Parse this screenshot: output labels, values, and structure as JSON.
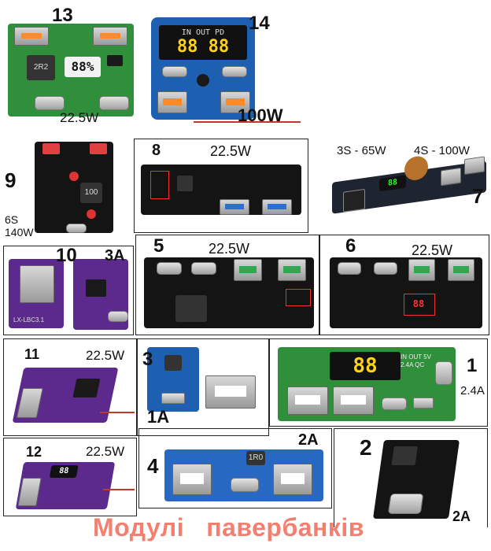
{
  "title": "Модулі   павербанків",
  "modules": [
    {
      "id": "m13",
      "number": "13",
      "power": "22.5W"
    },
    {
      "id": "m14",
      "number": "14",
      "power": "100W",
      "display": "IN OUT PD"
    },
    {
      "id": "m9",
      "number": "9",
      "cells": "6S",
      "power": "140W"
    },
    {
      "id": "m8",
      "number": "8",
      "power": "22.5W"
    },
    {
      "id": "m7",
      "number": "7",
      "power_3s": "3S - 65W",
      "power_4s": "4S - 100W"
    },
    {
      "id": "m10",
      "number": "10",
      "current": "3A",
      "silk": "LX-LBC3.1"
    },
    {
      "id": "m5",
      "number": "5",
      "power": "22.5W"
    },
    {
      "id": "m6",
      "number": "6",
      "power": "22.5W"
    },
    {
      "id": "m11",
      "number": "11",
      "power": "22.5W"
    },
    {
      "id": "m3",
      "number": "3",
      "current": "1A"
    },
    {
      "id": "m1",
      "number": "1",
      "current": "2.4A",
      "display": "IN OUT 5V 2.4A QC"
    },
    {
      "id": "m12",
      "number": "12",
      "power": "22.5W"
    },
    {
      "id": "m4",
      "number": "4",
      "current": "2A",
      "coil": "1R0"
    },
    {
      "id": "m2",
      "number": "2",
      "current": "2A"
    }
  ],
  "colors": {
    "title": "#f27f6f",
    "pcb_green": "#2f8f3a",
    "pcb_black": "#141414",
    "pcb_blue": "#1d5fb0",
    "pcb_purple": "#5b2a8c",
    "pcb_dark": "#1e2430"
  }
}
